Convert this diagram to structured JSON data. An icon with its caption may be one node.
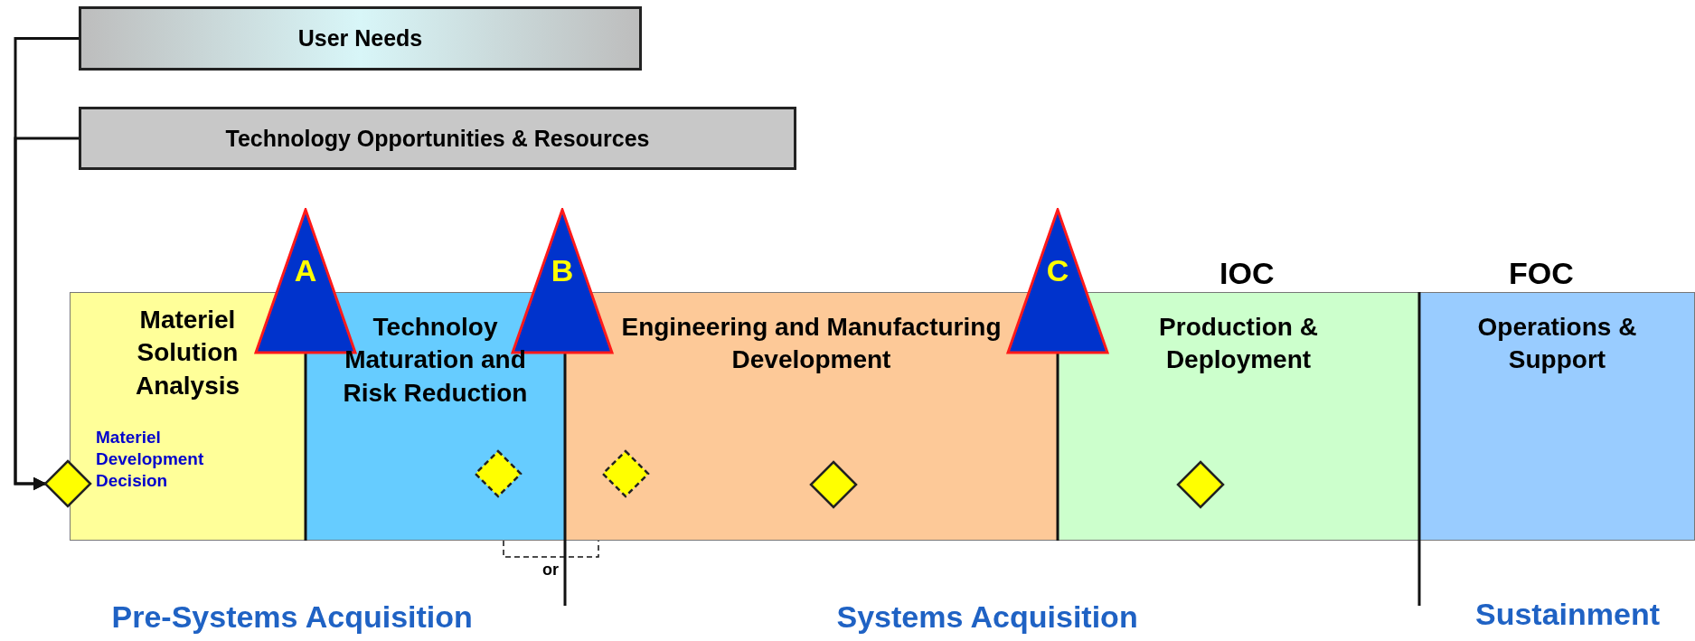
{
  "diagram": {
    "nodes": [
      {
        "text": [
          "User Needs"
        ]
      },
      {
        "text": [
          "Technology Opportunities & Resources"
        ]
      },
      {
        "text": [
          "Materiel Solution Analysis"
        ]
      },
      {
        "text": [
          "Technoloy Maturation and Risk Reduction"
        ]
      },
      {
        "text": [
          "Engineering and Manufacturing Development"
        ]
      },
      {
        "text": [
          "Production & Deployment"
        ]
      },
      {
        "text": [
          "Operations & Support"
        ]
      },
      {
        "text": [
          "A"
        ]
      },
      {
        "text": [
          "B"
        ]
      },
      {
        "text": [
          "C"
        ]
      },
      {
        "text": [],
        "shape": "diamond",
        "beside": [
          "Materiel Development Decision"
        ]
      },
      {
        "text": [],
        "shape": "diamond",
        "in": 3
      },
      {
        "text": [],
        "shape": "diamond",
        "in": 4
      },
      {
        "text": [],
        "shape": "diamond",
        "in": 4
      },
      {
        "text": [],
        "shape": "diamond",
        "in": 5
      }
    ],
    "edges": [
      {
        "from": 0,
        "to": 10,
        "arrow": "to"
      },
      {
        "from": 1,
        "to": 10,
        "arrow": "to"
      }
    ],
    "labels": [
      "IOC",
      "FOC",
      "or",
      "Pre-Systems Acquisition",
      "Systems Acquisition",
      "Sustainment"
    ]
  }
}
